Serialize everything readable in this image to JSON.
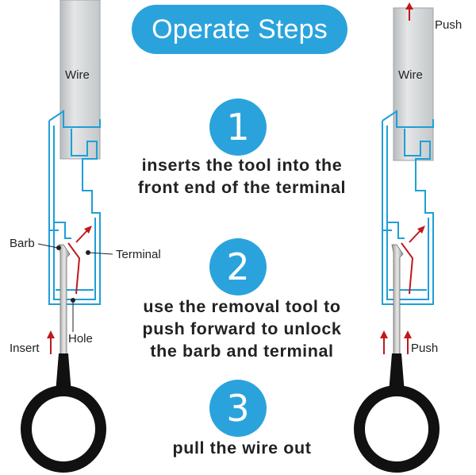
{
  "title": "Operate Steps",
  "steps": [
    {
      "number": "1",
      "text_line1": "inserts the tool into the",
      "text_line2": "front end of the terminal"
    },
    {
      "number": "2",
      "text_line1": "use the removal tool to",
      "text_line2": "push forward to unlock",
      "text_line3": "the barb and terminal"
    },
    {
      "number": "3",
      "text_line1": "pull the wire out"
    }
  ],
  "left_diagram": {
    "wire_label": "Wire",
    "barb_label": "Barb",
    "terminal_label": "Terminal",
    "hole_label": "Hole",
    "insert_label": "Insert"
  },
  "right_diagram": {
    "wire_label": "Wire",
    "top_push_label": "Push",
    "bottom_push_label": "Push"
  },
  "colors": {
    "accent_blue": "#2aa3dd",
    "housing_blue": "#1e9fd8",
    "arrow_red": "#c0191b",
    "tool_black": "#111111",
    "wire_gray": "#cfd2d4"
  }
}
